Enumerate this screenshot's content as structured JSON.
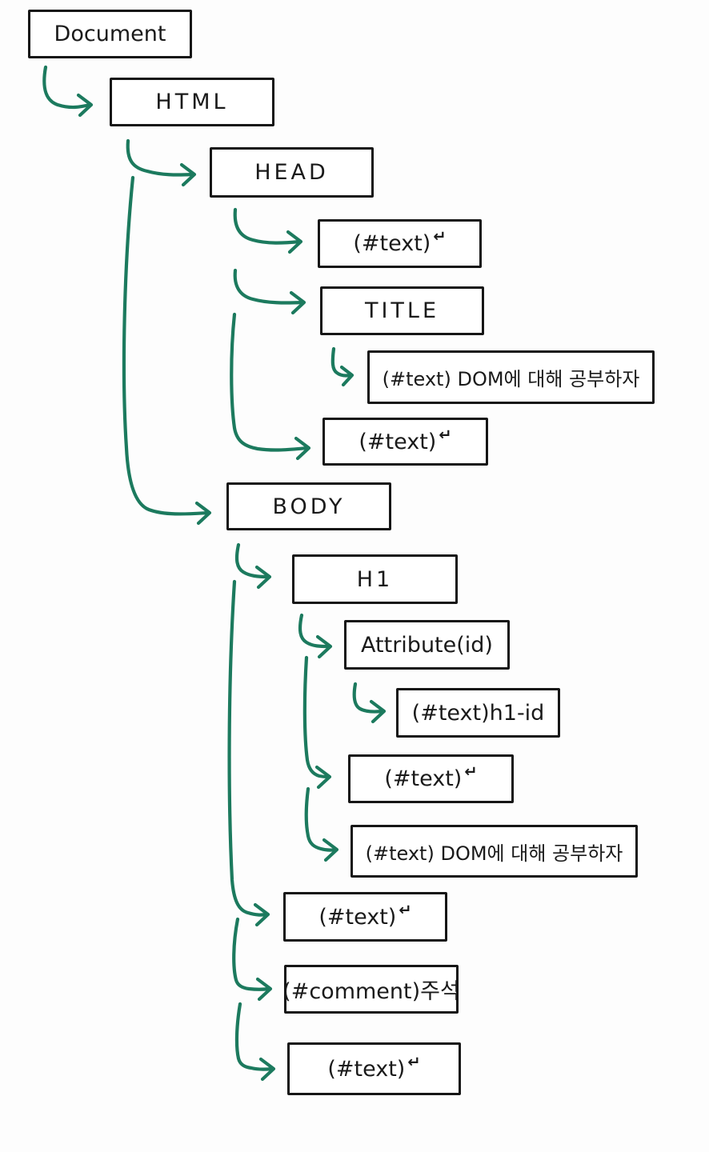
{
  "diagram": {
    "description": "Hand-drawn DOM tree diagram",
    "background_color": "#fdfdfd",
    "box_border_color": "#161616",
    "text_color": "#1a1a1a",
    "arrow_color": "#1c7a5e",
    "return_symbol": "↵",
    "nodes": [
      {
        "label": "Document",
        "sup": ""
      },
      {
        "label": "HTML",
        "sup": ""
      },
      {
        "label": "HEAD",
        "sup": ""
      },
      {
        "label": "(#text)",
        "sup": "↵"
      },
      {
        "label": "TITLE",
        "sup": ""
      },
      {
        "label": "(#text) DOM에 대해 공부하자",
        "sup": ""
      },
      {
        "label": "(#text)",
        "sup": "↵"
      },
      {
        "label": "BODY",
        "sup": ""
      },
      {
        "label": "H1",
        "sup": ""
      },
      {
        "label": "Attribute(id)",
        "sup": ""
      },
      {
        "label": "(#text)h1-id",
        "sup": ""
      },
      {
        "label": "(#text)",
        "sup": "↵"
      },
      {
        "label": "(#text) DOM에 대해 공부하자",
        "sup": ""
      },
      {
        "label": "(#text)",
        "sup": "↵"
      },
      {
        "label": "(#comment)주석",
        "sup": ""
      },
      {
        "label": "(#text)",
        "sup": "↵"
      }
    ],
    "edges": [
      {
        "from": "Document",
        "to": "HTML"
      },
      {
        "from": "HTML",
        "to": "HEAD"
      },
      {
        "from": "HTML",
        "to": "BODY"
      },
      {
        "from": "HEAD",
        "to": "(#text)↵"
      },
      {
        "from": "HEAD",
        "to": "TITLE"
      },
      {
        "from": "HEAD",
        "to": "(#text)↵"
      },
      {
        "from": "TITLE",
        "to": "(#text) DOM에 대해 공부하자"
      },
      {
        "from": "BODY",
        "to": "H1"
      },
      {
        "from": "BODY",
        "to": "(#text)↵"
      },
      {
        "from": "BODY",
        "to": "(#comment)주석"
      },
      {
        "from": "BODY",
        "to": "(#text)↵"
      },
      {
        "from": "H1",
        "to": "Attribute(id)"
      },
      {
        "from": "H1",
        "to": "(#text)↵"
      },
      {
        "from": "H1",
        "to": "(#text) DOM에 대해 공부하자"
      },
      {
        "from": "Attribute(id)",
        "to": "(#text)h1-id"
      }
    ]
  }
}
